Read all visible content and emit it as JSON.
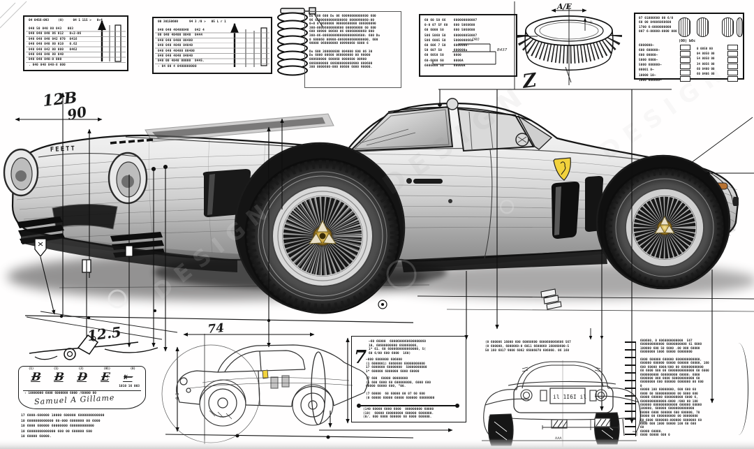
{
  "labels": {
    "dim_front_height": "12B",
    "dim_front_angle": "90",
    "hood_badge": "FEETT",
    "mark_z": "Z",
    "ring_dim": "A/E",
    "dim_bottom_left": "12.5",
    "dim_side_view": "74",
    "side_small_dim": "0 8",
    "rear_dim": "AAA",
    "plate": "il 1I6I il",
    "plus_mark": "+",
    "bracket_7": "7"
  },
  "top_left_table_1": {
    "header": "04 0456-093     (0)     04 1 115 >   0+4",
    "rows": [
      "040 50 040 80 043   003",
      "040 040 040 86 012   0+2-06",
      "040 040 040 042 070  0416",
      "040 040 040 80 010   0.62",
      "040 040 042 00 000   0462",
      "040 040 040 80 040",
      "040 040 040-0 000",
      ". 040 040 040-8 000"
    ]
  },
  "top_left_table_2": {
    "header": "00 30150600      94 3 /0 >   05 L r 1",
    "rows": [
      "040 040 40400040   042 4",
      "00 040 40400 0040  0444",
      "040 040 0400 00400",
      "040 040 4040 04040",
      "040 040 40400 00400",
      "040 040 4040 04040",
      "040 00 4040 00000  0445.",
      "- 04 00 4 0400000000"
    ]
  },
  "spring_note": {
    "para1": [
      "Do 600 600 Do 06 60090000000600 600",
      "96 66000000000600060 0000090060-00",
      "0+0 0 0600000 90000600000 006000090",
      "300-00006000000600 000060000 60 600",
      "600 00900 00600 06 00060000060 000",
      "300-06-0060000900000000060600: 600 Do",
      "0 600060 00900-0060000600000000, 600",
      "90000 060000000 00990060 6000 6"
    ],
    "para2": [
      "Do 600 300000600 004000 600 06 30",
      "Do 6000 00600 060000000 00 90000",
      "000600000 600060 0000600 00900",
      "0060000000 006000000060900 000600",
      "300 0000600-000 00600 6000 90000."
    ]
  },
  "parts_list": {
    "rows": [
      "60 60 50 66    600000000007",
      "0-0 07 5F 60   600 5060600",
      "60 6000 50     600 5060600",
      "506 5060 50    600000050007",
      "506 6005 50    500000066a",
      "60 606 7 50    6000000-",
      "50 607 50      600000a",
      "60 6050 50     0000",
      "60-6000 60     0000A",
      "6006000 50     60000A"
    ],
    "ref_a": "DR0",
    "ref_b": "B437"
  },
  "top_right_table": {
    "header_lines": [
      "07 01000600 00 6/0",
      "60 00 04006060600",
      "1700 6-0000000000",
      "007 6-00000-0000 000"
    ],
    "row_labels": [
      "6000000—",
      "600 600000—",
      "600 00000—",
      "5000 6000—",
      "5000 600000—",
      "00001 0—",
      "10000 10—",
      "1000 000000—"
    ],
    "center_label": "(00) b0c",
    "digit_rows": [
      "0 0050 00",
      "04 0050 00",
      "54 0050 00",
      "34 0056 00",
      "60 0400 00",
      "60 0406 00"
    ]
  },
  "bottom_left": {
    "stamps": [
      "B",
      "B",
      "D",
      "E",
      "⇤"
    ],
    "stamp_marks": [
      "(1)",
      "(1)",
      "(2)",
      "(01)",
      "(0)"
    ],
    "panel_ref": "1010 16 003",
    "panel_line": "‹ 10000000 6000 6000000 6000 /60000 00",
    "signature": "Samuel A Gillame",
    "list": [
      "17 6000-600000 10000 600000 6000000000000",
      "10 6000000000000 60-000 6000000 00 6000",
      "10 6000 600000 60000000 600000000000",
      "10 60000000000000 600 00 600000 600",
      "10 60000 60000."
    ]
  },
  "bottom_center": {
    "g1": [
      "—60 66000  6000600060600000060",
      "10, 60600000000 660060006,",
      "1* 61. 60 6000600000060000, 5(",
      "60 6/00 600 6000  160)"
    ],
    "g2": [
      "—000 6000000 606000",
      "(1 6000001) 6060600 60000000000",
      "17 6000000 60000000  50000000000",
      "1* 600000 6000000 6000 60000"
    ],
    "g3": [
      "(7 600  60000 00000000",
      "(1 600 6000 60 600000000, 6000 600",
      "60000 60000 600, ”00."
    ],
    "g4": [
      "(7 60000  60 60000 00 07 60 600",
      "(0 60000 60000 60000 600000 60000000"
    ],
    "g5": [
      "(140 60000 6000 6000  000000000 60000",
      "(10)  60000 600000000 600000 6000000.",
      "(0/. 600 6000 600000 60 6000 600000."
    ]
  },
  "bottom_right_note": {
    "lines": [
      "(0 600006 16000 600 60060600 6000600060606 567",
      "(0 600000, 6000060-0 6011 6600060 160060600-5",
      "50 160 6017 9000 6062 66006070 606060. 06 160"
    ]
  },
  "bottom_right_para": {
    "lines": [
      "600600, 0 6060000000000  567",
      "6000000000000 60000000000 61 6000",
      "100000 600 50 6000 .00 000 60000",
      "60000000 5006 60000 60000000",
      "",
      "6000 600000 600000 6000000000000,",
      "600000 600000 60000 600000 60000, 160",
      "600 60000 6000/000 00 600000000000",
      "60 6000 600 00 60000000000000 60 6000",
      "6000000000 600000000 60000: 6000",
      "6000000 000 0000 600000000000 60",
      "60000000 600 600000 6000000 00 600",
      "0",
      "60000 100 60000000, 600 600 60",
      "6000 60 60000000000 00 6000 600",
      "60000 600000 6000000000 6000 6,",
      "60000000000000-0000 /000 00 100",
      "600000 6000000000000 600000 60000",
      "100000, 600000 60000000000000",
      "60000 6000 600000 600 600000, 70",
      "60000 00 6000000000 00 00000000",
      "60 6000 6000000-000000 6000000 60",
      "6000 600 1000 60000 100 60 600",
      "60",
      "60000 60000.",
      "6000 60000 600 0"
    ]
  }
}
